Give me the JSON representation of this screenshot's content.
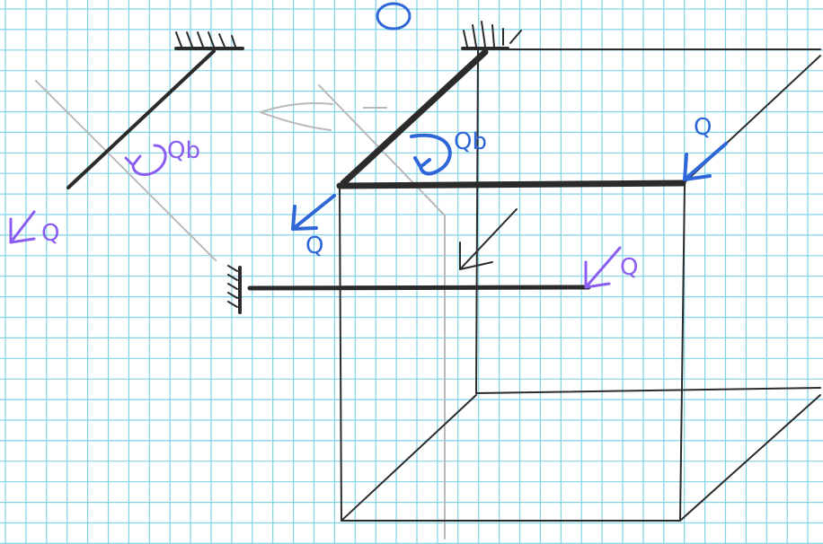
{
  "colors": {
    "paper": "#ffffff",
    "grid": "#7fd3e6",
    "pencil": "#2b2b2b",
    "blue_ink": "#2f66d8",
    "purple_ink": "#8a5cf0",
    "faint_marks": "#b9b9b9"
  },
  "labels": {
    "torque_left": "Qb",
    "force_left": "Q",
    "torque_main": "Qb",
    "force_main_end": "Q",
    "force_corner_top": "Q",
    "force_beam_tip": "Q"
  },
  "icons": {
    "fixed_support": "hatched-wall-icon",
    "force_arrow": "arrow-icon",
    "moment": "curved-arrow-icon"
  }
}
